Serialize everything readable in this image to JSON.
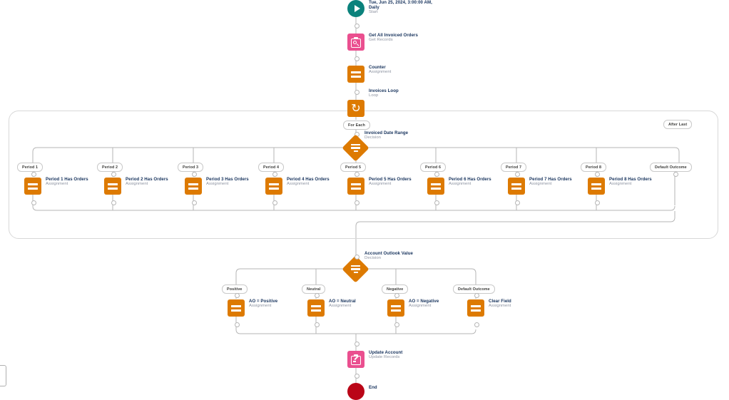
{
  "app": {
    "name": "Salesforce Flow Builder Canvas",
    "colors": {
      "start": "#0b827c",
      "assignment": "#dd7a01",
      "decision": "#dd7a01",
      "loop": "#dd7a01",
      "records": "#ea4f8f",
      "end": "#ba0517",
      "connector": "#b6b6b6",
      "title_text": "#16325c",
      "subtitle_text": "#8d93a1"
    }
  },
  "flow": {
    "start": {
      "line1": "Tue, Jun 25, 2024, 3:00:00 AM,",
      "line2": "Daily",
      "subtitle": "Start",
      "icon": "play-icon"
    },
    "get_records": {
      "title": "Get All Invoiced Orders",
      "subtitle": "Get Records",
      "icon": "get-records-icon"
    },
    "counter": {
      "title": "Counter",
      "subtitle": "Assignment",
      "icon": "assignment-icon"
    },
    "loop": {
      "title": "Invoices Loop",
      "subtitle": "Loop",
      "icon": "loop-icon",
      "for_each_label": "For Each",
      "after_last_label": "After Last"
    },
    "date_decision": {
      "title": "Invoiced Date Range",
      "subtitle": "Decision",
      "icon": "decision-icon",
      "branches": [
        {
          "pill": "Period 1",
          "title": "Period 1 Has Orders",
          "subtitle": "Assignment",
          "has_node": true
        },
        {
          "pill": "Period 2",
          "title": "Period 2 Has Orders",
          "subtitle": "Assignment",
          "has_node": true
        },
        {
          "pill": "Period 3",
          "title": "Period 3 Has Orders",
          "subtitle": "Assignment",
          "has_node": true
        },
        {
          "pill": "Period 4",
          "title": "Period 4 Has Orders",
          "subtitle": "Assignment",
          "has_node": true
        },
        {
          "pill": "Period 5",
          "title": "Period 5 Has Orders",
          "subtitle": "Assignment",
          "has_node": true
        },
        {
          "pill": "Period 6",
          "title": "Period 6 Has Orders",
          "subtitle": "Assignment",
          "has_node": true
        },
        {
          "pill": "Period 7",
          "title": "Period 7 Has Orders",
          "subtitle": "Assignment",
          "has_node": true
        },
        {
          "pill": "Period 8",
          "title": "Period 8 Has Orders",
          "subtitle": "Assignment",
          "has_node": true
        },
        {
          "pill": "Default Outcome",
          "title": "",
          "subtitle": "",
          "has_node": false
        }
      ]
    },
    "outlook_decision": {
      "title": "Account Outlook Value",
      "subtitle": "Decision",
      "icon": "decision-icon",
      "branches": [
        {
          "pill": "Positive",
          "title": "AO = Positive",
          "subtitle": "Assignment"
        },
        {
          "pill": "Neutral",
          "title": "AO = Neutral",
          "subtitle": "Assignment"
        },
        {
          "pill": "Negative",
          "title": "AO = Negative",
          "subtitle": "Assignment"
        },
        {
          "pill": "Default Outcome",
          "title": "Clear Field",
          "subtitle": "Assignment"
        }
      ]
    },
    "update_account": {
      "title": "Update Account",
      "subtitle": "Update Records",
      "icon": "update-records-icon"
    },
    "end": {
      "title": "End",
      "icon": "end-icon"
    }
  }
}
